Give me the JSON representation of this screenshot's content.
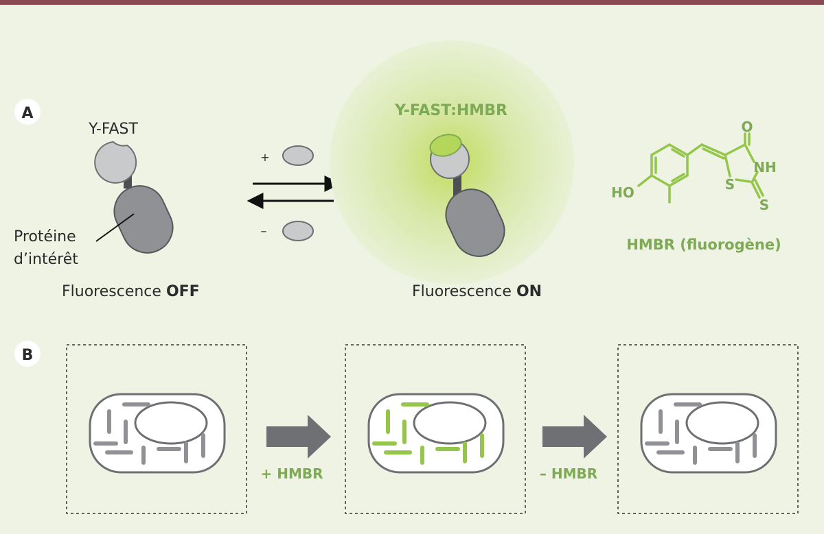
{
  "colors": {
    "top_bar": "#8b4a52",
    "background": "#eef3e3",
    "accent_green": "#7faa55",
    "fluorogen_green": "#94c64a",
    "protein_gray": "#8f9195",
    "tag_gray": "#c9cacc"
  },
  "panel_a": {
    "badge": "A",
    "yfast_label": "Y-FAST",
    "protein_label_line1": "Protéine",
    "protein_label_line2": "d’intérêt",
    "plus_sign": "+",
    "minus_sign": "–",
    "complex_label": "Y-FAST:HMBR",
    "state_off_prefix": "Fluorescence ",
    "state_off_word": "OFF",
    "state_on_prefix": "Fluorescence ",
    "state_on_word": "ON",
    "molecule": {
      "atom_O": "O",
      "atom_NH": "NH",
      "atom_S_ring": "S",
      "atom_S_exo": "S",
      "atom_HO": "HO",
      "caption": "HMBR (fluorogène)"
    }
  },
  "panel_b": {
    "badge": "B",
    "add_label": "+ HMBR",
    "remove_label": "– HMBR",
    "cells": [
      {
        "state": "unlabeled"
      },
      {
        "state": "labeled"
      },
      {
        "state": "unlabeled"
      }
    ]
  }
}
